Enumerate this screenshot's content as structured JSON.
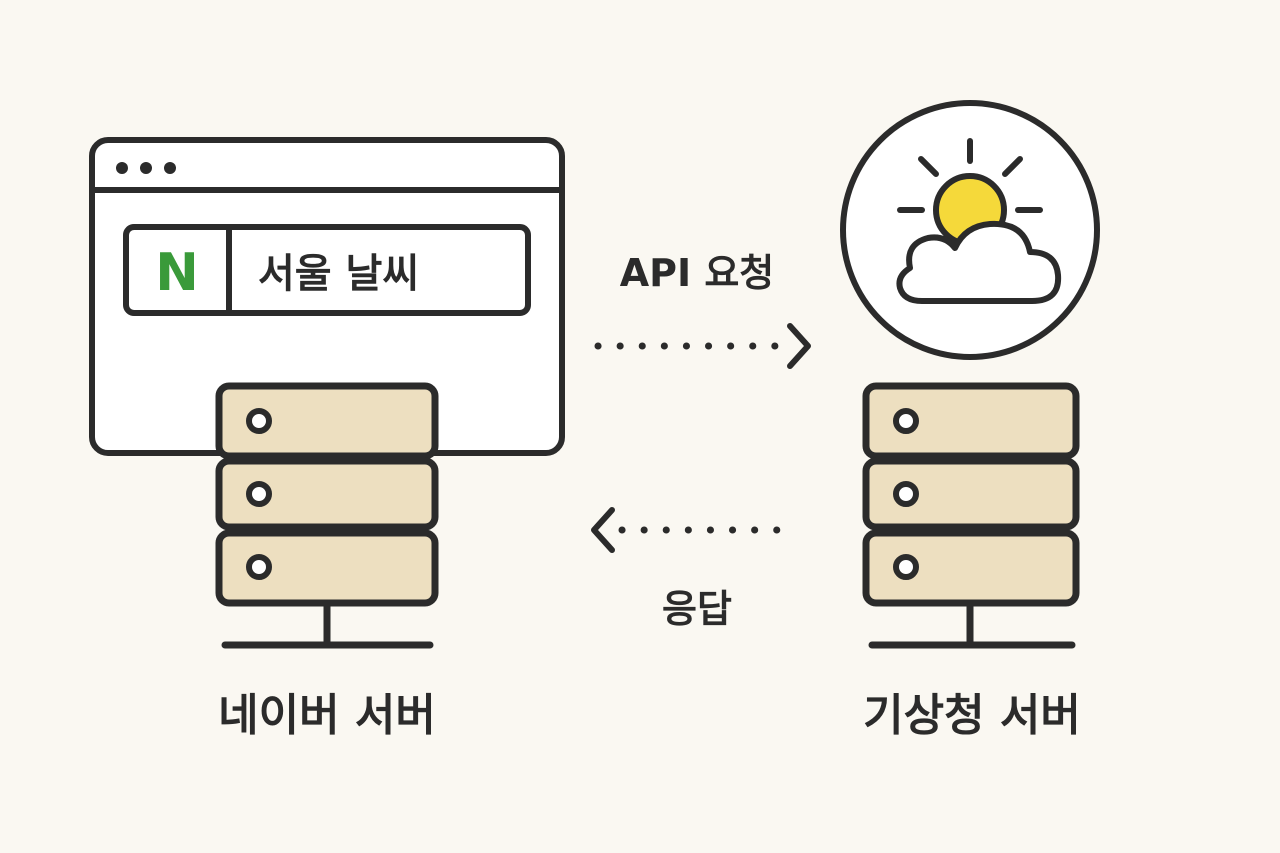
{
  "browser": {
    "logo_letter": "N",
    "search_text": "서울 날씨"
  },
  "arrows": {
    "request_label": "API 요청",
    "response_label": "응답"
  },
  "servers": {
    "left_label": "네이버 서버",
    "right_label": "기상청 서버"
  },
  "colors": {
    "background": "#faf8f2",
    "stroke": "#2b2b2b",
    "server_fill": "#eddfc0",
    "logo_green": "#3a9a3a",
    "sun_yellow": "#f5d93a"
  },
  "icons": {
    "weather": "sun-behind-cloud-icon",
    "server": "server-rack-icon"
  }
}
